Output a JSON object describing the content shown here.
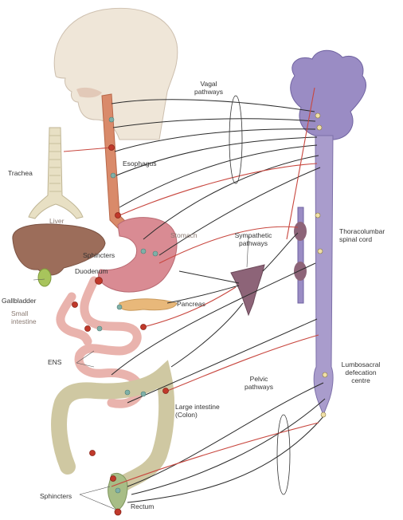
{
  "labels": {
    "vagal": "Vagal\npathways",
    "trachea": "Trachea",
    "esophagus": "Esophagus",
    "liver": "Liver",
    "stomach": "Stomach",
    "sphincters_top": "Sphincters",
    "duodenum": "Duodenum",
    "sympathetic": "Sympathetic\npathways",
    "thoracolumbar": "Thoracolumbar\nspinal cord",
    "gallbladder": "Gallbladder",
    "small_intestine": "Small\nintestine",
    "pancreas": "Pancreas",
    "ens": "ENS",
    "pelvic": "Pelvic\npathways",
    "lumbosacral": "Lumbosacral\ndefecation\ncentre",
    "large_intestine": "Large intestine\n(Colon)",
    "sphincters_bottom": "Sphincters",
    "rectum": "Rectum"
  },
  "colors": {
    "head": "#efe6d8",
    "head_outline": "#cdbfae",
    "brain": "#9a8cc4",
    "spinal_cord": "#a99ccc",
    "esophagus": "#d98a6a",
    "trachea": "#e8e0c4",
    "liver": "#9c6d5a",
    "stomach": "#d98b93",
    "small_intestine": "#e9b3ad",
    "colon": "#cfc8a2",
    "ganglion": "#8d6478",
    "nerve_black": "#2b2b2b",
    "nerve_red": "#c8473f",
    "node": "#c0392b",
    "ens_node": "#7fb0a8"
  }
}
